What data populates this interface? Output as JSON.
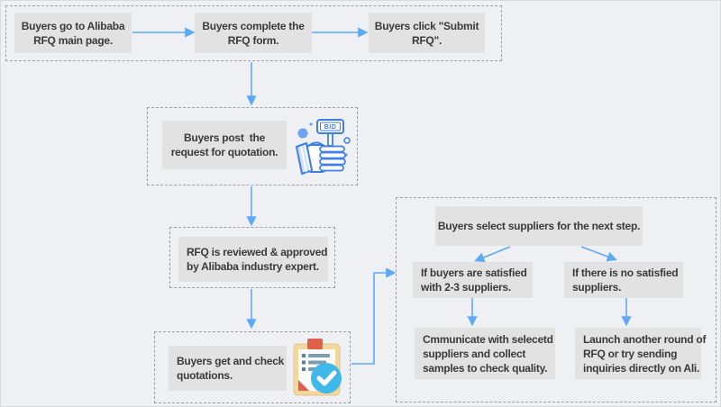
{
  "colors": {
    "background": "#eef0f3",
    "node_fill": "#e2e2e2",
    "node_text": "#3a3a3a",
    "dashed_border": "#9b9fa4",
    "arrow_blue": "#5da9f6",
    "icon_outline_blue": "#3d7ee8",
    "icon_fill_blue": "#6ea4ef",
    "check_circle_blue": "#3fb9ea",
    "clip_red": "#e0604a",
    "clipboard_tan": "#f2d7a0"
  },
  "nodes": {
    "step1": "Buyers go to Alibaba\nRFQ main page.",
    "step2": "Buyers complete the\nRFQ form.",
    "step3": "Buyers click \"Submit\nRFQ\".",
    "post": "Buyers post  the\nrequest for quotation.",
    "review": "RFQ is reviewed & approved\nby Alibaba industry expert.",
    "check": "Buyers get and check\nquotations.",
    "select": "Buyers select suppliers for the next step.",
    "branch_satisfied": "If buyers are satisfied\nwith 2-3 suppliers.",
    "branch_unsatisfied": "If there is no satisfied\nsuppliers.",
    "outcome_satisfied": "Cmmunicate with selecetd\nsuppliers and collect\nsamples to check quality.",
    "outcome_unsatisfied": "Launch another round of\nRFQ or try sending\ninquiries directly on Ali."
  },
  "icons": {
    "bid_hand": "bid-hand-icon",
    "bid_sign_text": "BID",
    "clipboard": "clipboard-check-icon"
  },
  "edges": [
    {
      "from": "step1",
      "to": "step2"
    },
    {
      "from": "step2",
      "to": "step3"
    },
    {
      "from": "top-row",
      "to": "post"
    },
    {
      "from": "post",
      "to": "review"
    },
    {
      "from": "review",
      "to": "check"
    },
    {
      "from": "check",
      "to": "selection-panel"
    },
    {
      "from": "select",
      "to": "branch_satisfied"
    },
    {
      "from": "select",
      "to": "branch_unsatisfied"
    },
    {
      "from": "branch_satisfied",
      "to": "outcome_satisfied"
    },
    {
      "from": "branch_unsatisfied",
      "to": "outcome_unsatisfied"
    }
  ]
}
